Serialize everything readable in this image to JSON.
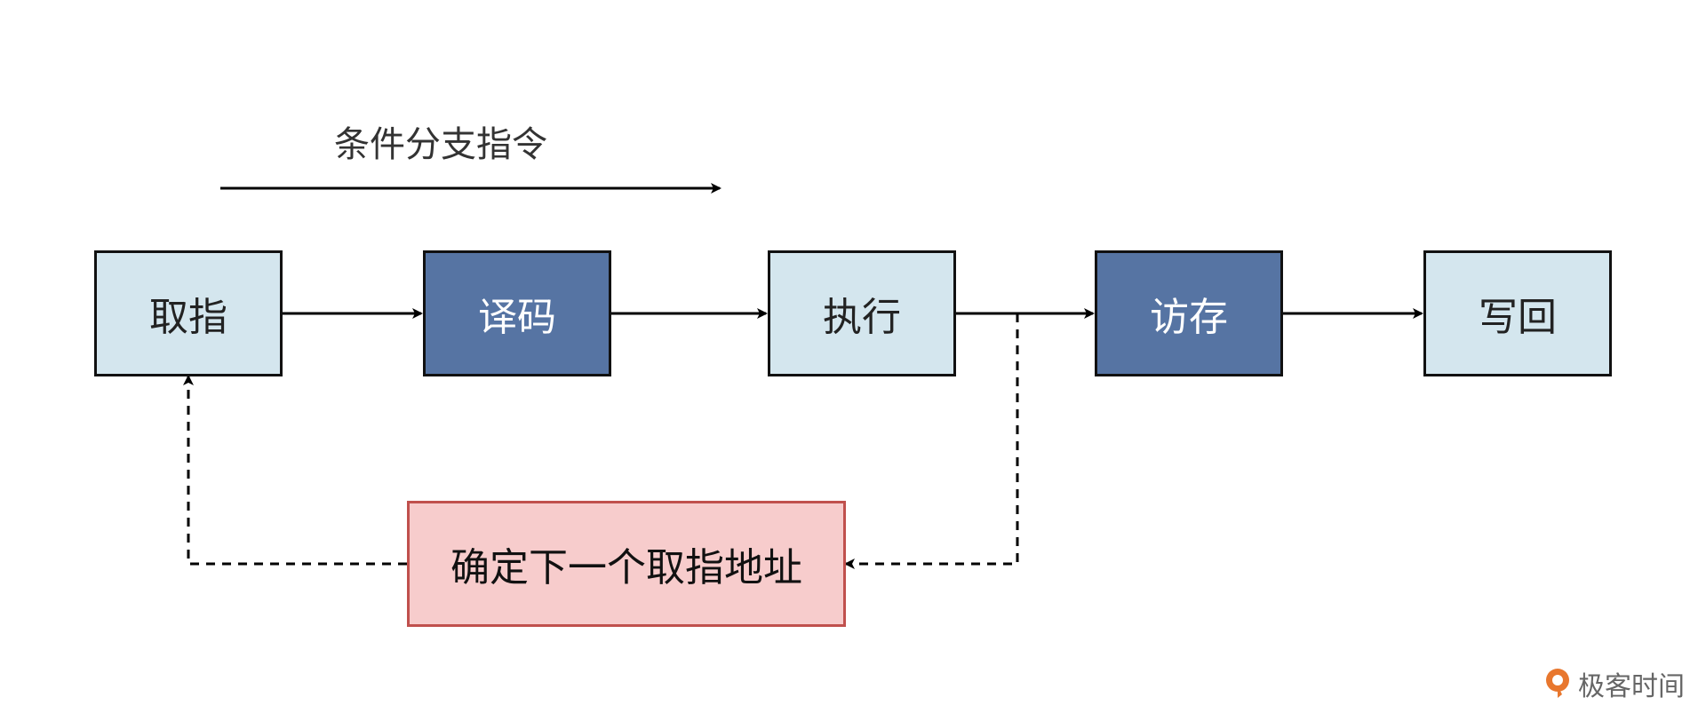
{
  "branch_label": "条件分支指令",
  "stages": [
    {
      "label": "取指",
      "style": "light"
    },
    {
      "label": "译码",
      "style": "dark"
    },
    {
      "label": "执行",
      "style": "light"
    },
    {
      "label": "访存",
      "style": "dark"
    },
    {
      "label": "写回",
      "style": "light"
    }
  ],
  "next_address_box": "确定下一个取指地址",
  "brand": "极客时间",
  "colors": {
    "stage_light": "#d4e6ee",
    "stage_dark": "#5674a3",
    "next_box_fill": "#f7cccc",
    "next_box_border": "#c0504d",
    "brand_accent": "#e8772e"
  }
}
